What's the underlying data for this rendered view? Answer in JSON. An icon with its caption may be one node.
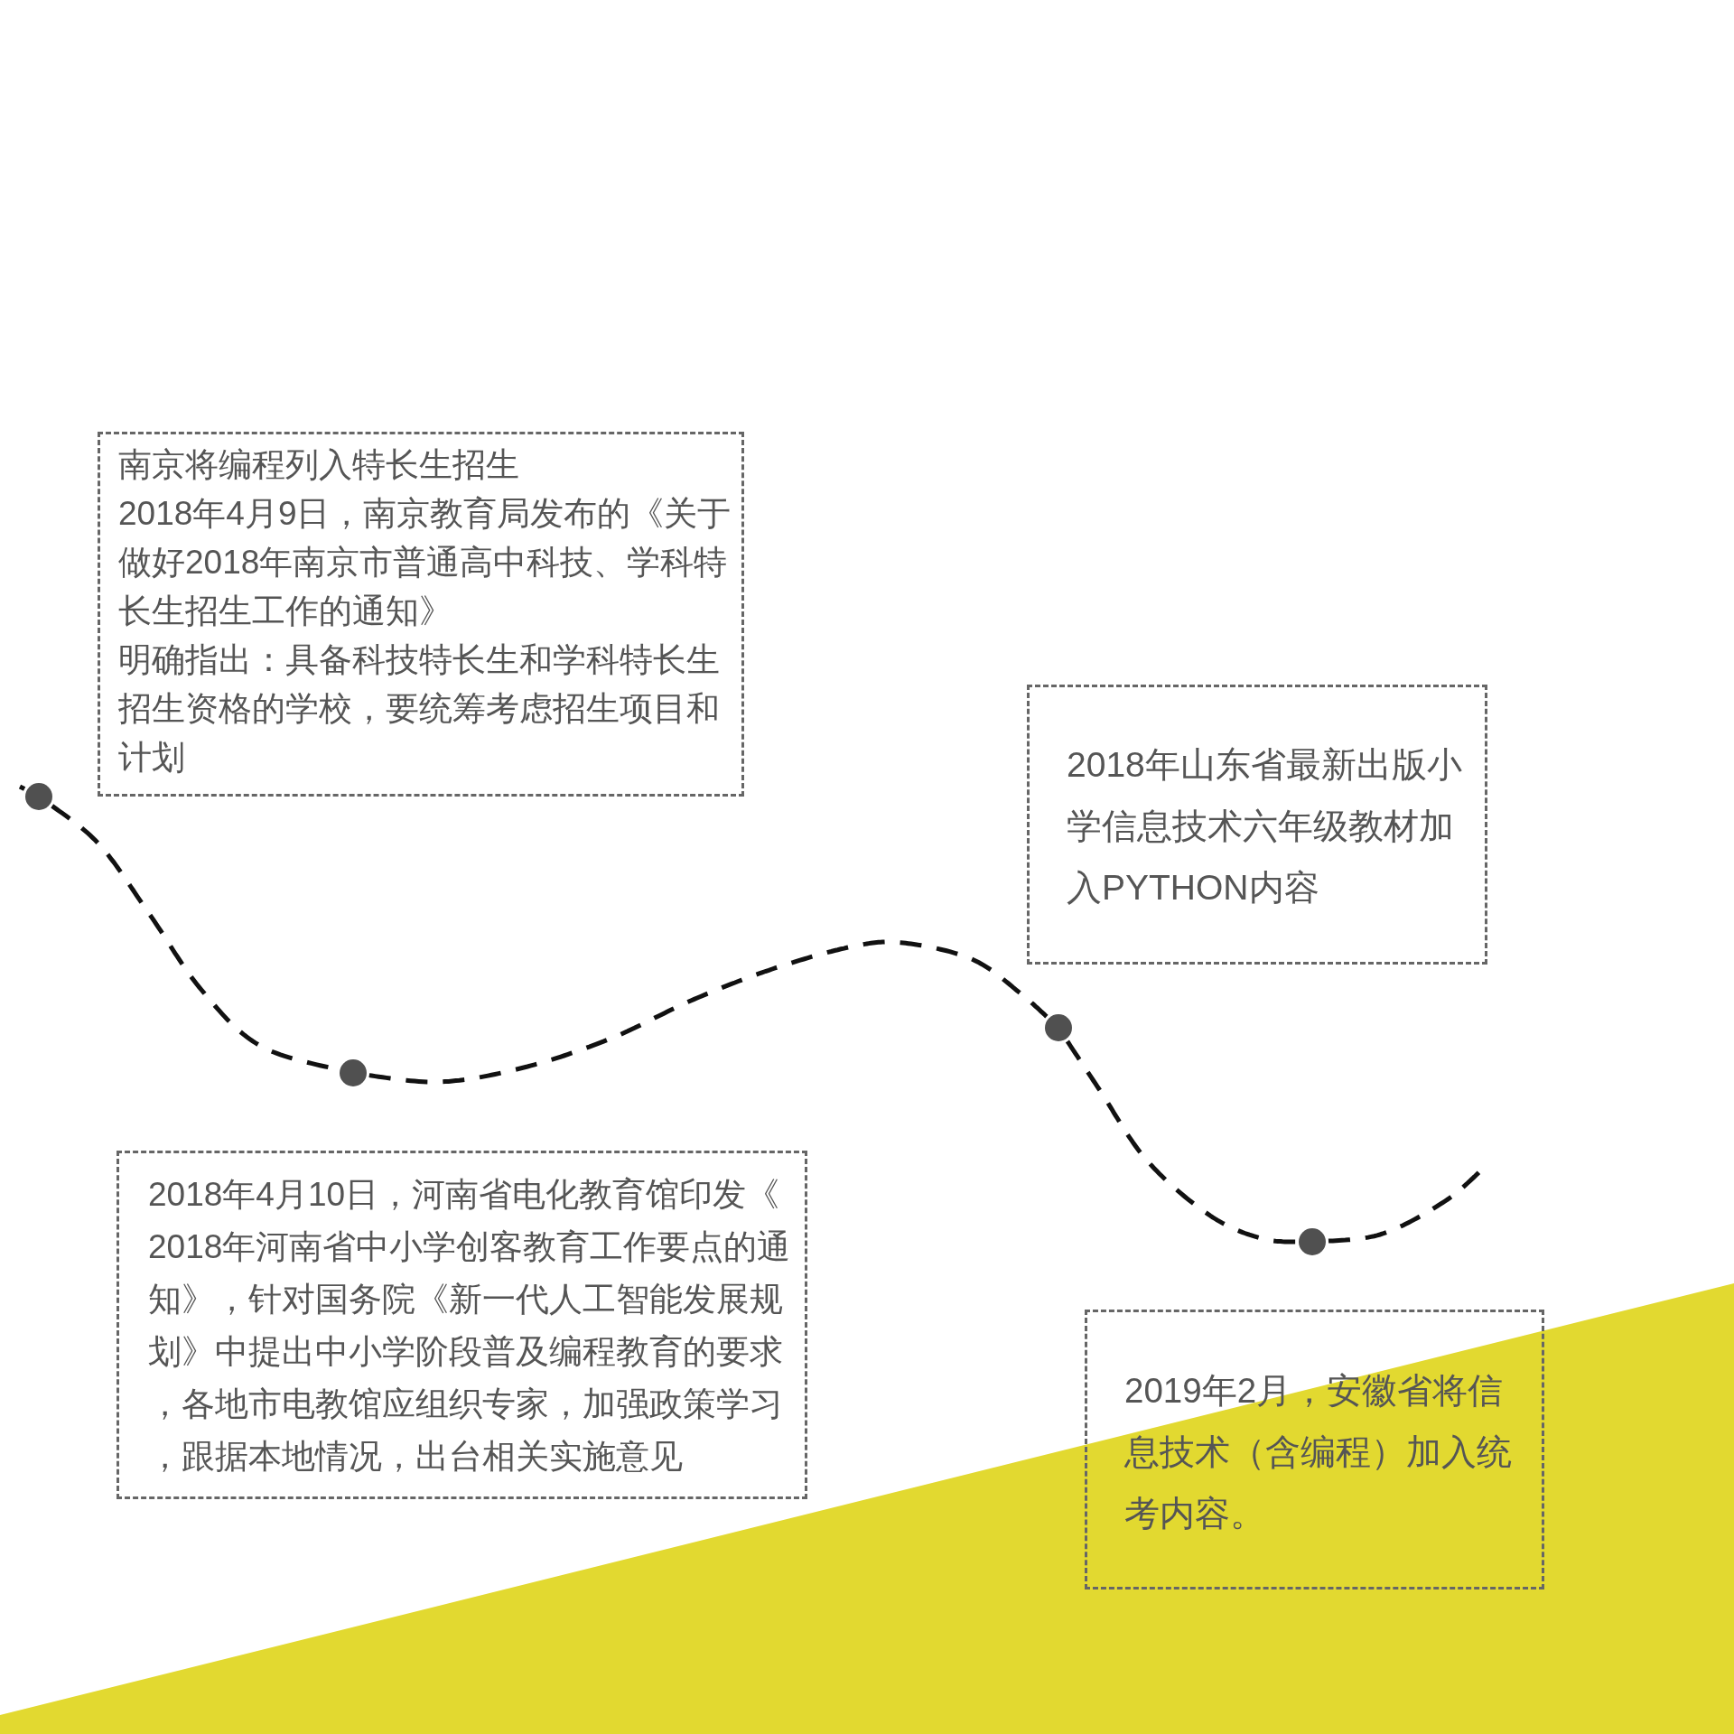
{
  "diagram": {
    "nodes": [
      {
        "text": [
          "南京将编程列入特长生招生",
          "2018年4月9日，南京教育局发布的《关于做好2018年南京市普通高中科技、学科特长生招生工作的通知》",
          "明确指出：具备科技特长生和学科特长生招生资格的学校，要统筹考虑招生项目和计划"
        ]
      },
      {
        "text": [
          "2018年山东省最新出版小学信息技术六年级教材加入PYTHON内容"
        ]
      },
      {
        "text": [
          "2018年4月10日，河南省电化教育馆印发《2018年河南省中小学创客教育工作要点的通知》，针对国务院《新一代人工智能发展规划》中提出中小学阶段普及编程教育的要求，各地市电教馆应组织专家，加强政策学习，跟据本地情况，出台相关实施意见"
        ]
      },
      {
        "text": [
          "2019年2月，安徽省将信息技术（含编程）加入统考内容。"
        ]
      },
      {
        "text": [],
        "shape": "circle"
      },
      {
        "text": [],
        "shape": "circle"
      },
      {
        "text": [],
        "shape": "circle"
      },
      {
        "text": [],
        "shape": "circle"
      }
    ],
    "edges": [
      {
        "from": null,
        "to": 4,
        "arrow": "none",
        "style": "dashed"
      },
      {
        "from": 4,
        "to": 5,
        "arrow": "none",
        "style": "dashed"
      },
      {
        "from": 5,
        "to": 6,
        "arrow": "none",
        "style": "dashed"
      },
      {
        "from": 6,
        "to": 7,
        "arrow": "none",
        "style": "dashed"
      },
      {
        "from": 7,
        "to": null,
        "arrow": "none",
        "style": "dashed"
      }
    ]
  }
}
